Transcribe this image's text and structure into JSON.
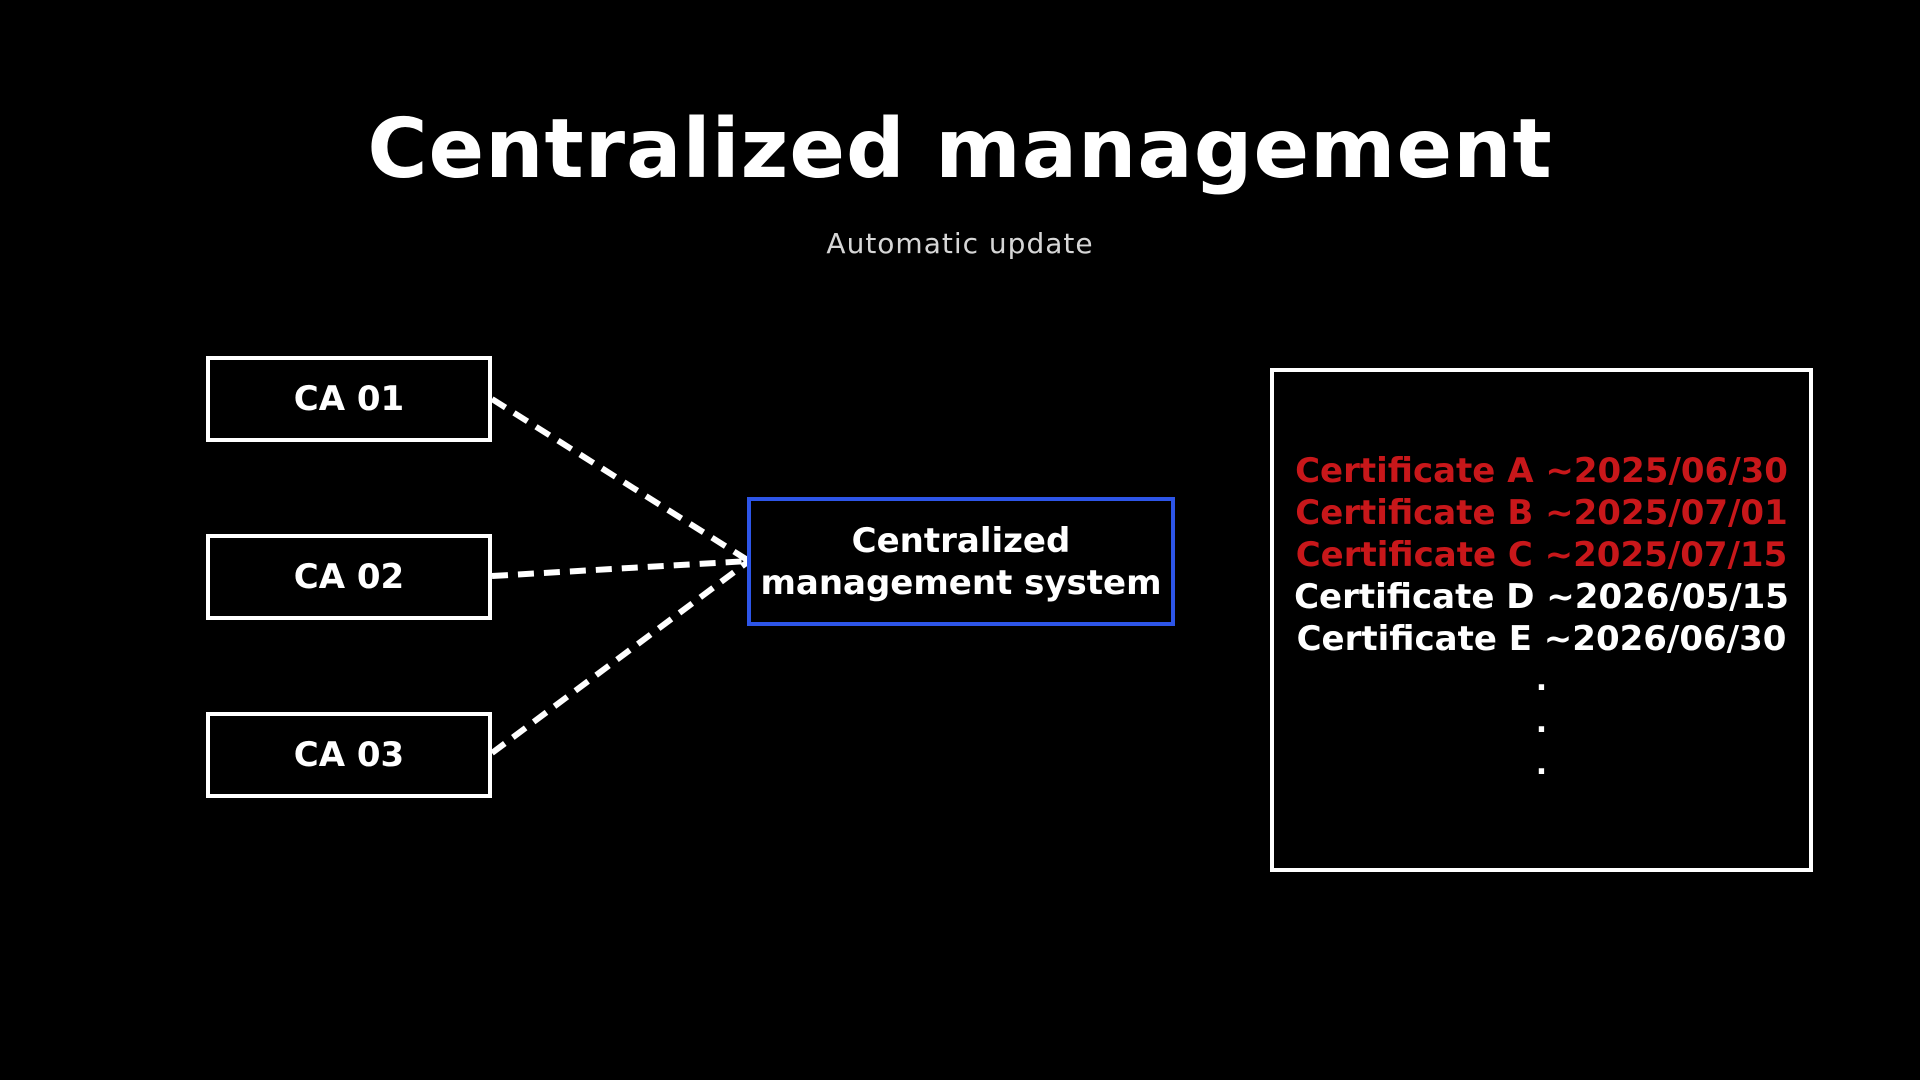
{
  "title": "Centralized management",
  "subtitle": "Automatic update",
  "colors": {
    "background": "#000000",
    "box_border": "#ffffff",
    "system_border": "#2d55e8",
    "expiring_text": "#c8171a",
    "normal_text": "#ffffff"
  },
  "ca_boxes": [
    {
      "label": "CA 01"
    },
    {
      "label": "CA 02"
    },
    {
      "label": "CA 03"
    }
  ],
  "system": {
    "line1": "Centralized",
    "line2": "management system"
  },
  "certificates": [
    {
      "text": "Certificate A ~2025/06/30",
      "status": "expiring"
    },
    {
      "text": "Certificate B ~2025/07/01",
      "status": "expiring"
    },
    {
      "text": "Certificate C ~2025/07/15",
      "status": "expiring"
    },
    {
      "text": "Certificate D ~2026/05/15",
      "status": "ok"
    },
    {
      "text": "Certificate E ~2026/06/30",
      "status": "ok"
    }
  ],
  "ellipsis": [
    ".",
    ".",
    "."
  ]
}
